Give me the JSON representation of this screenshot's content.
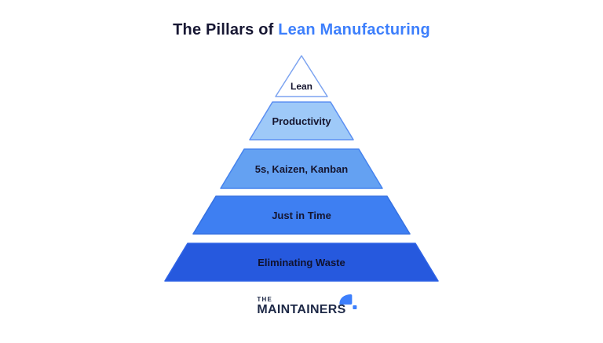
{
  "title": {
    "prefix": "The Pillars of ",
    "highlight": "Lean Manufacturing",
    "prefix_color": "#171733",
    "highlight_color": "#3d7ffc"
  },
  "pyramid": {
    "type": "pyramid-diagram",
    "levels": [
      {
        "label": "Lean",
        "fill": "#ffffff",
        "border": "#7da4f0",
        "text_color": "#15152f"
      },
      {
        "label": "Productivity",
        "fill": "#9ec9f8",
        "border": "#5b8ff2",
        "text_color": "#15152f"
      },
      {
        "label": "5s, Kaizen, Kanban",
        "fill": "#64a1f2",
        "border": "#4583ee",
        "text_color": "#15152f"
      },
      {
        "label": "Just in Time",
        "fill": "#3e7ff2",
        "border": "#3571e2",
        "text_color": "#15152f"
      },
      {
        "label": "Eliminating Waste",
        "fill": "#2659de",
        "border": "#2e63e6",
        "text_color": "#10122e"
      }
    ]
  },
  "logo": {
    "top_text": "THE",
    "main_text": "MAINTAINERS",
    "icon": "maintainers-mark",
    "accent_color": "#3d7ffc",
    "text_color": "#1e2947"
  },
  "background_color": "#ffffff"
}
